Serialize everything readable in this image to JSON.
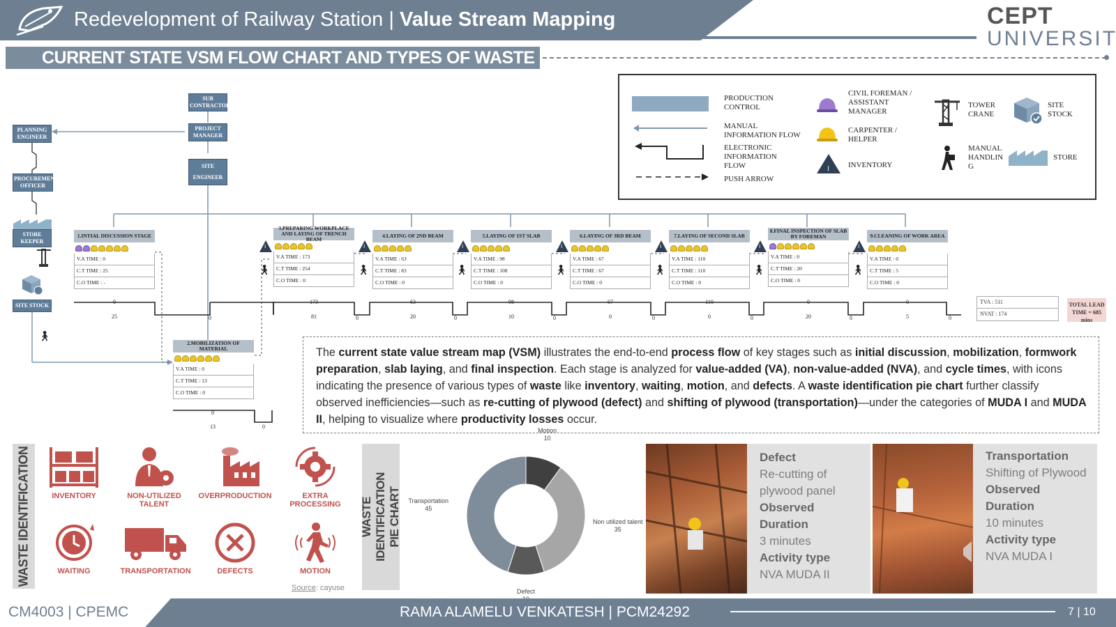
{
  "header": {
    "title_prefix": "Redevelopment of Railway Station",
    "separator": "|",
    "title_bold": "Value Stream Mapping",
    "logo_line1": "CEPT",
    "logo_line2": "UNIVERSITY"
  },
  "subheading": "CURRENT STATE VSM FLOW CHART AND TYPES OF WASTE",
  "legend": {
    "production_control": "PRODUCTION CONTROL",
    "manual_info_flow": "MANUAL INFORMATION FLOW",
    "electronic_info_flow": "ELECTRONIC INFORMATION FLOW",
    "push_arrow": "PUSH ARROW",
    "civil_foreman": "CIVIL FOREMAN / ASSISTANT MANAGER",
    "carpenter": "CARPENTER / HELPER",
    "inventory": "INVENTORY",
    "tower_crane": "TOWER CRANE",
    "site_stock": "SITE STOCK",
    "manual_handling": "MANUAL HANDLIN G",
    "store": "STORE"
  },
  "nodes": {
    "sub_contractor": "SUB CONTRACTOR",
    "project_manager": "PROJECT MANAGER",
    "site_engineer": "SITE ENGINEER",
    "planning_engineer": "PLANNING ENGINEER",
    "procurement_officer": "PROCUREMENT OFFICER",
    "store_keeper": "STORE KEEPER",
    "site_stock": "SITE STOCK"
  },
  "stages": [
    {
      "name": "1.INTIAL DISCUSSION STAGE",
      "va": "V.A TIME : 0",
      "ct": "C.T TIME : 25",
      "co": "C.O TIME : -"
    },
    {
      "name": "3.PREPARING WORKPLACE AND LAYING OF TRENCH BEAM",
      "va": "V.A TIME : 173",
      "ct": "C.T TIME : 254",
      "co": "C.O TIME : 0"
    },
    {
      "name": "4.LAYING OF 2ND BEAM",
      "va": "V.A TIME : 63",
      "ct": "C.T TIME : 83",
      "co": "C.O TIME : 0"
    },
    {
      "name": "5.LAYING OF 1ST SLAB",
      "va": "V.A TIME : 98",
      "ct": "C.T TIME : 108",
      "co": "C.O TIME : 0"
    },
    {
      "name": "6.LAYING OF 3RD BEAM",
      "va": "V.A TIME : 67",
      "ct": "C.T TIME : 67",
      "co": "C.O TIME : 0"
    },
    {
      "name": "7.LAYING OF SECOND SLAB",
      "va": "V.A TIME : 110",
      "ct": "C.T TIME : 110",
      "co": "C.O TIME : 0"
    },
    {
      "name": "8.FINAL INSPECTION OF SLAB BY FOREMAN",
      "va": "V.A TIME : 0",
      "ct": "C.T TIME : 20",
      "co": "C.O TIME : 0"
    },
    {
      "name": "9.CLEANING OF WORK AREA",
      "va": "V.A TIME : 0",
      "ct": "C.T TIME : 5",
      "co": "C.O TIME : 0"
    }
  ],
  "stage2": {
    "name": "2.MOBILIZATION OF MATERIAL",
    "va": "V.A TIME : 0",
    "ct": "C.T TIME : 13",
    "co": "C.O TIME : 0"
  },
  "inventory_mark": "I",
  "timeline": {
    "top": [
      "0",
      "173",
      "63",
      "98",
      "67",
      "110",
      "0",
      "0"
    ],
    "bottom": [
      "25",
      "81",
      "20",
      "10",
      "0",
      "0",
      "20",
      "5"
    ],
    "gaps": [
      "0",
      "0",
      "0",
      "0",
      "0",
      "0",
      "0",
      "0"
    ],
    "mob_top": "0",
    "mob_bottom": "13",
    "mob_gap": "0",
    "tva": "TVA : 511",
    "nvat": "NVAT : 174",
    "total_lead": "TOTAL LEAD TIME = 685 mins"
  },
  "description": {
    "p1": "The ",
    "b1": "current state value stream map (VSM)",
    "p2": " illustrates the end-to-end ",
    "b2": "process flow",
    "p3": " of key stages such as ",
    "b3": "initial discussion",
    "p4": ", ",
    "b4": "mobilization",
    "p5": ", ",
    "b5": "formwork preparation",
    "p6": ", ",
    "b6": "slab laying",
    "p7": ", and ",
    "b7": "final inspection",
    "p8": ". Each stage is analyzed for ",
    "b8": "value-added (VA)",
    "p9": ", ",
    "b9": "non-value-added (NVA)",
    "p10": ", and ",
    "b10": "cycle times",
    "p11": ", with icons indicating the presence of various types of ",
    "b11": "waste",
    "p12": " like ",
    "b12": "inventory",
    "p13": ", ",
    "b13": "waiting",
    "p14": ", ",
    "b14": "motion",
    "p15": ", and ",
    "b15": "defects",
    "p16": ". A ",
    "b16": "waste identification pie chart",
    "p17": " further classify observed inefficiencies—such as ",
    "b17": "re-cutting of plywood (defect)",
    "p18": " and ",
    "b18": "shifting of plywood (transportation)",
    "p19": "—under the categories of ",
    "b19": "MUDA I",
    "p20": " and ",
    "b20": "MUDA II",
    "p21": ", helping to visualize where ",
    "b21": "productivity losses",
    "p22": " occur."
  },
  "waste": {
    "side_label": "WASTE IDENTIFICATION",
    "items": [
      "INVENTORY",
      "NON-UTILIZED TALENT",
      "OVERPRODUCTION",
      "EXTRA PROCESSING",
      "WAITING",
      "TRANSPORTATION",
      "DEFECTS",
      "MOTION"
    ],
    "source_label": "Source",
    "source_value": ": cayuse",
    "icon_color": "#c0514d"
  },
  "pie": {
    "side_label": "WASTE IDENTIFICATION PIE CHART",
    "colors": [
      "#404040",
      "#a6a6a6",
      "#595959",
      "#7f8c99"
    ]
  },
  "chart_data": {
    "type": "pie",
    "categories": [
      "Motion",
      "Non utilized talent",
      "Defect",
      "Transportation"
    ],
    "values": [
      10,
      35,
      10,
      45
    ]
  },
  "cards": [
    {
      "title": "Defect",
      "desc": "Re-cutting of plywood panel",
      "obs_label": "Observed Duration",
      "obs_value": "3 minutes",
      "act_label": "Activity type",
      "act_value": "NVA MUDA II"
    },
    {
      "title": "Transportation",
      "desc": "Shifting of Plywood",
      "obs_label": "Observed Duration",
      "obs_value": "10 minutes",
      "act_label": "Activity type",
      "act_value": "NVA MUDA I"
    }
  ],
  "footer": {
    "left": "CM4003 | CPEMC",
    "center": "RAMA ALAMELU VENKATESH | PCM24292",
    "page": "7 | 10"
  }
}
